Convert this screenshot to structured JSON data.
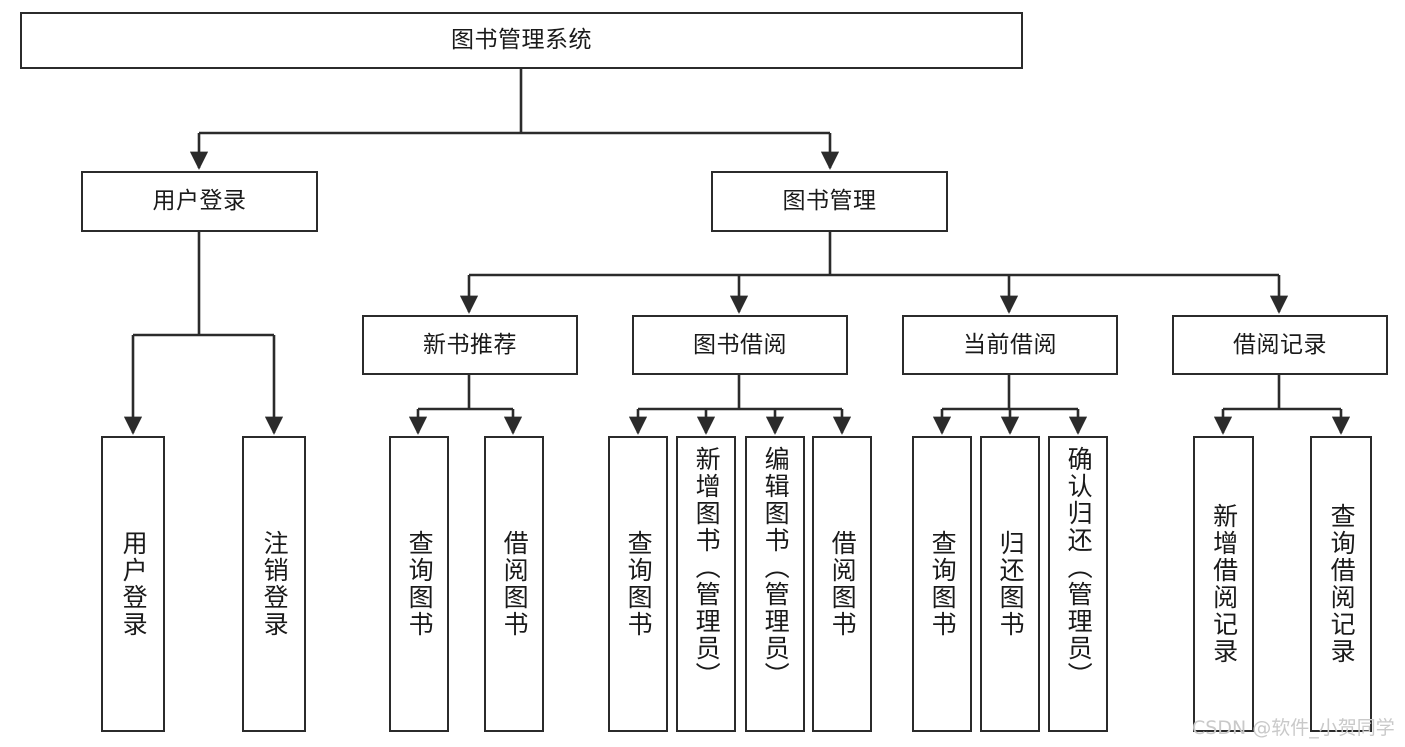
{
  "diagram": {
    "type": "tree-hierarchy-chart",
    "title": "图书管理系统",
    "watermark": "CSDN @软件_小贺同学",
    "colors": {
      "box_border": "#2b2b2b",
      "box_fill": "#ffffff",
      "connector": "#2b2b2b",
      "text": "#1a1a1a",
      "watermark": "#c9c9c9",
      "background": "#ffffff"
    },
    "root": {
      "label": "图书管理系统"
    },
    "level2": [
      {
        "label": "用户登录"
      },
      {
        "label": "图书管理"
      }
    ],
    "level3": [
      {
        "label": "新书推荐"
      },
      {
        "label": "图书借阅"
      },
      {
        "label": "当前借阅"
      },
      {
        "label": "借阅记录"
      }
    ],
    "leaves": {
      "user_login": [
        {
          "label": "用户登录"
        },
        {
          "label": "注销登录"
        }
      ],
      "new_book_recommend": [
        {
          "label": "查询图书"
        },
        {
          "label": "借阅图书"
        }
      ],
      "book_borrow": [
        {
          "label": "查询图书"
        },
        {
          "label": "新增图书（管理员）"
        },
        {
          "label": "编辑图书（管理员）"
        },
        {
          "label": "借阅图书"
        }
      ],
      "current_borrow": [
        {
          "label": "查询图书"
        },
        {
          "label": "归还图书"
        },
        {
          "label": "确认归还（管理员）"
        }
      ],
      "borrow_record": [
        {
          "label": "新增借阅记录"
        },
        {
          "label": "查询借阅记录"
        }
      ]
    }
  }
}
